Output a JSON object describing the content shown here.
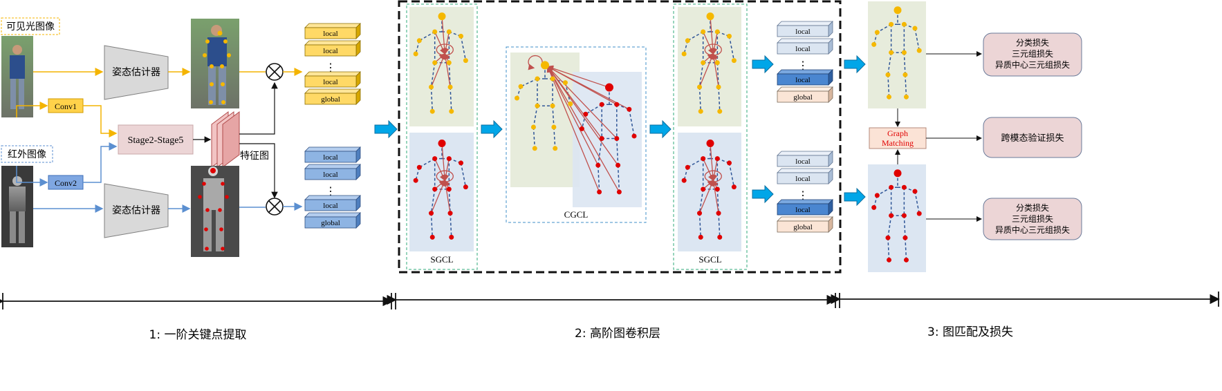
{
  "inputs": {
    "visible_label": "可见光图像",
    "infrared_label": "红外图像"
  },
  "stage1": {
    "conv1": "Conv1",
    "conv2": "Conv2",
    "pose_estimator_top": "姿态估计器",
    "pose_estimator_bottom": "姿态估计器",
    "backbone": "Stage2-Stage5",
    "feature_map": "特征图"
  },
  "feature_stacks": {
    "top": [
      "local",
      "local",
      "⋮",
      "local",
      "global"
    ],
    "bottom": [
      "local",
      "local",
      "⋮",
      "local",
      "global"
    ],
    "gcn_top": [
      "local",
      "local",
      "⋮",
      "local",
      "global"
    ],
    "gcn_bottom": [
      "local",
      "local",
      "⋮",
      "local",
      "global"
    ]
  },
  "stage2": {
    "sgcl_left": "SGCL",
    "cgcl": "CGCL",
    "sgcl_right": "SGCL"
  },
  "stage3": {
    "graph_matching_line1": "Graph",
    "graph_matching_line2": "Matching",
    "loss_top": [
      "分类损失",
      "三元组损失",
      "异质中心三元组损失"
    ],
    "loss_mid": "跨模态验证损失",
    "loss_bottom": [
      "分类损失",
      "三元组损失",
      "异质中心三元组损失"
    ]
  },
  "stage_labels": {
    "s1": "1: 一阶关键点提取",
    "s2": "2: 高阶图卷积层",
    "s3": "3:  图匹配及损失"
  },
  "colors": {
    "visible": "#f4b400",
    "infrared": "#5b8fd0",
    "yellow_node": "#f5b800",
    "red_node": "#e00000",
    "skeleton_edge": "#2f5597",
    "attention_edge": "#c0504d",
    "green_panel": "#e7ecdc",
    "blue_panel": "#dce6f2",
    "pink_box": "#ecd5d6",
    "arrow_cyan": "#00a6e8"
  },
  "icons": [
    "multiply-icon",
    "right-arrow-icon",
    "person-photo"
  ]
}
